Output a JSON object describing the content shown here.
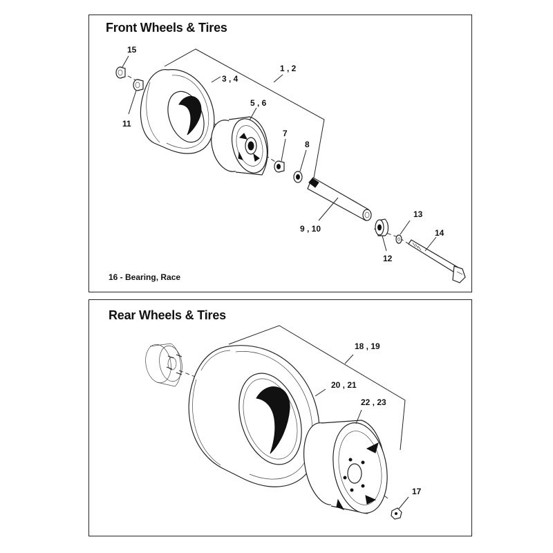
{
  "front": {
    "title": "Front Wheels & Tires",
    "note": "16 - Bearing, Race",
    "callouts": {
      "c15": "15",
      "c11": "11",
      "c34": "3 , 4",
      "c12a": "1 , 2",
      "c56": "5 , 6",
      "c7": "7",
      "c8": "8",
      "c910": "9 , 10",
      "c13": "13",
      "c14": "14",
      "c12": "12"
    }
  },
  "rear": {
    "title": "Rear Wheels & Tires",
    "callouts": {
      "c1819": "18 , 19",
      "c2021": "20 , 21",
      "c2223": "22 , 23",
      "c17": "17"
    }
  }
}
